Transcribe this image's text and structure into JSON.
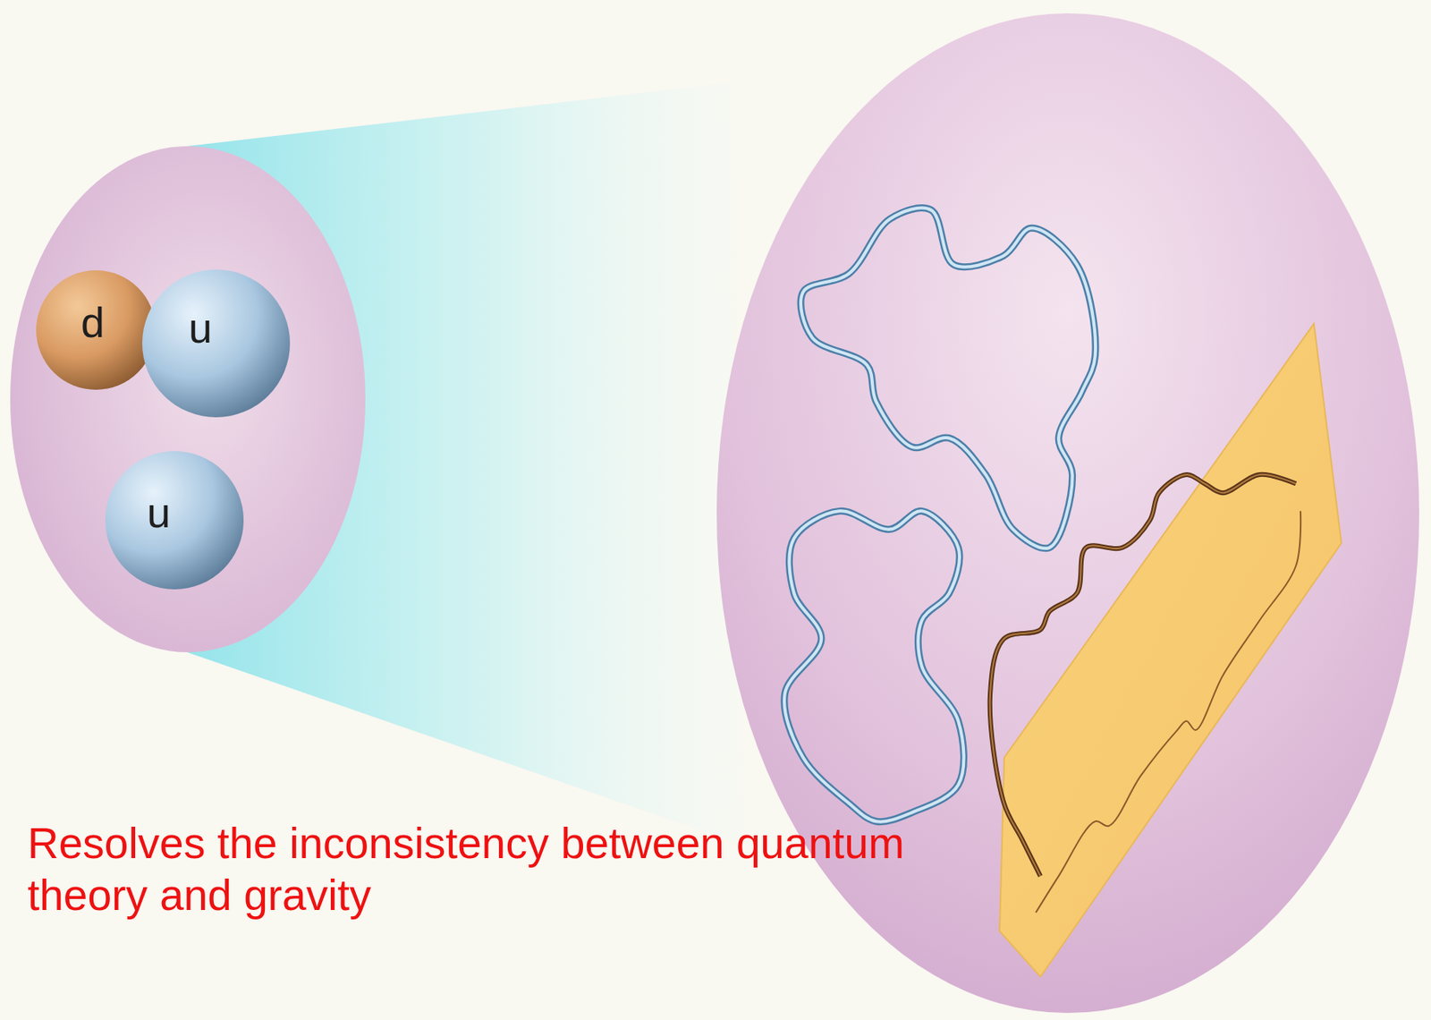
{
  "diagram": {
    "nodes": [
      {
        "text": [
          "d"
        ]
      },
      {
        "text": [
          "u"
        ]
      },
      {
        "text": [
          "u"
        ]
      }
    ],
    "labels": [
      "Resolves the inconsistency between quantum theory and gravity"
    ]
  }
}
